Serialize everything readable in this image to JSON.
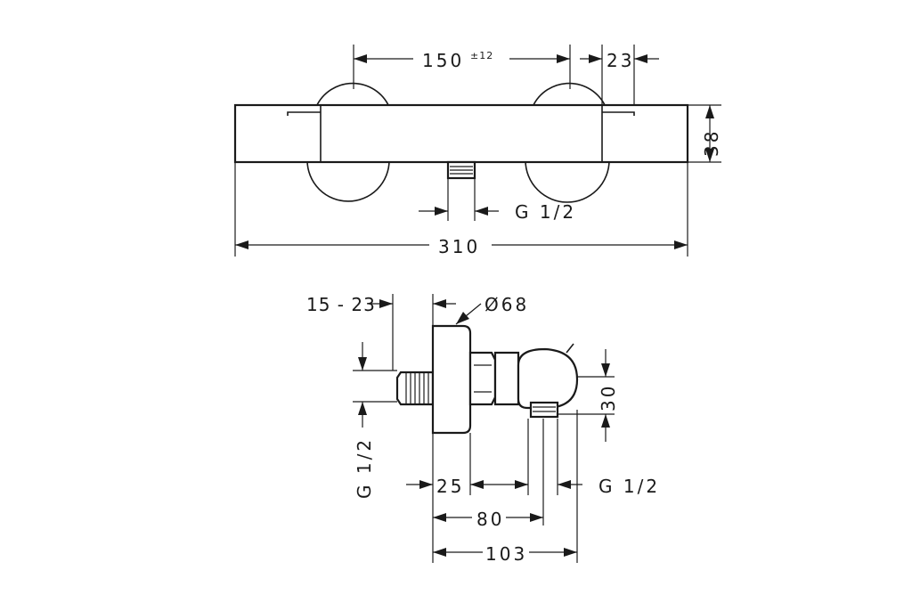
{
  "dimensions": {
    "top_center_distance": "150",
    "top_center_tolerance": "±12",
    "top_outlet_offset": "23",
    "top_height": "38",
    "top_outlet_thread": "G 1/2",
    "top_total_length": "310",
    "side_wall_distance": "15 - 23",
    "side_rosette_diameter": "Ø68",
    "side_inlet_thread": "G 1/2",
    "side_height_offset": "30",
    "side_inlet_depth": "25",
    "side_outlet_thread": "G 1/2",
    "side_outlet_depth": "80",
    "side_total_depth": "103"
  }
}
